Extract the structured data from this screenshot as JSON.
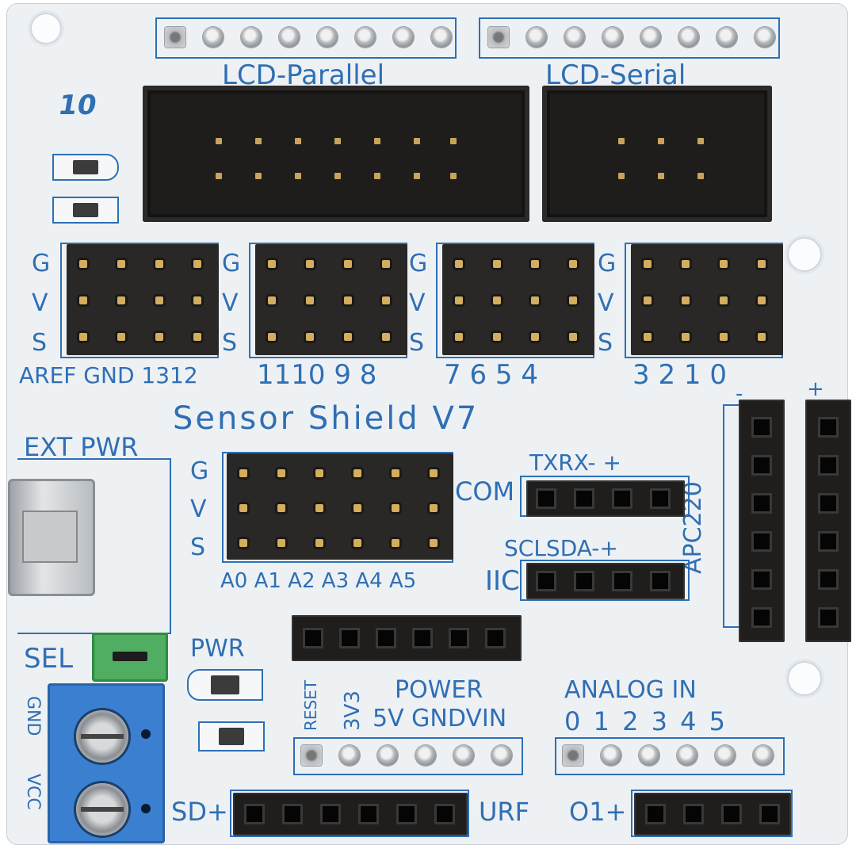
{
  "board": {
    "title": "Sensor Shield V7",
    "version_mark": "10",
    "lcd_parallel_label": "LCD-Parallel",
    "lcd_serial_label": "LCD-Serial",
    "gvs": [
      "G",
      "V",
      "S"
    ],
    "digital_labels": [
      "AREF",
      "GND",
      "13",
      "12",
      "11",
      "10",
      "9",
      "8",
      "7",
      "6",
      "5",
      "4",
      "3",
      "2",
      "1",
      "0"
    ],
    "digital_label_row": "AREF GND 1312",
    "digital_group2_row": "1110 9 8",
    "digital_group3_row": "7 6 5 4",
    "digital_group4_row": "3 2 1 0",
    "ext_pwr_label": "EXT PWR",
    "analog_labels": "A0 A1 A2 A3 A4 A5",
    "com_label": "COM",
    "txrx_label": "TXRX- +",
    "iic_label": "IIC",
    "sclsda_label": "SCLSDA-+",
    "apc_label": "APC220",
    "apc_minus": "-",
    "apc_plus": "+",
    "sel_label": "SEL",
    "pwr_label": "PWR",
    "gnd_label": "GND",
    "vcc_label": "VCC",
    "reset_label": "RESET",
    "v33_label": "3V3",
    "power_label": "POWER",
    "power_row": "5V GNDVIN",
    "analog_in_label": "ANALOG IN",
    "analog_in_numbers": "0 1 2 3 4 5",
    "sd_label": "SD+",
    "urf_label": "URF",
    "o1_label": "O1+"
  },
  "colors": {
    "silkscreen": "#2f6fb4",
    "board": "#eef1f4",
    "header": "#2a2826",
    "terminal": "#3a7fd0",
    "jumper": "#4fae62"
  }
}
